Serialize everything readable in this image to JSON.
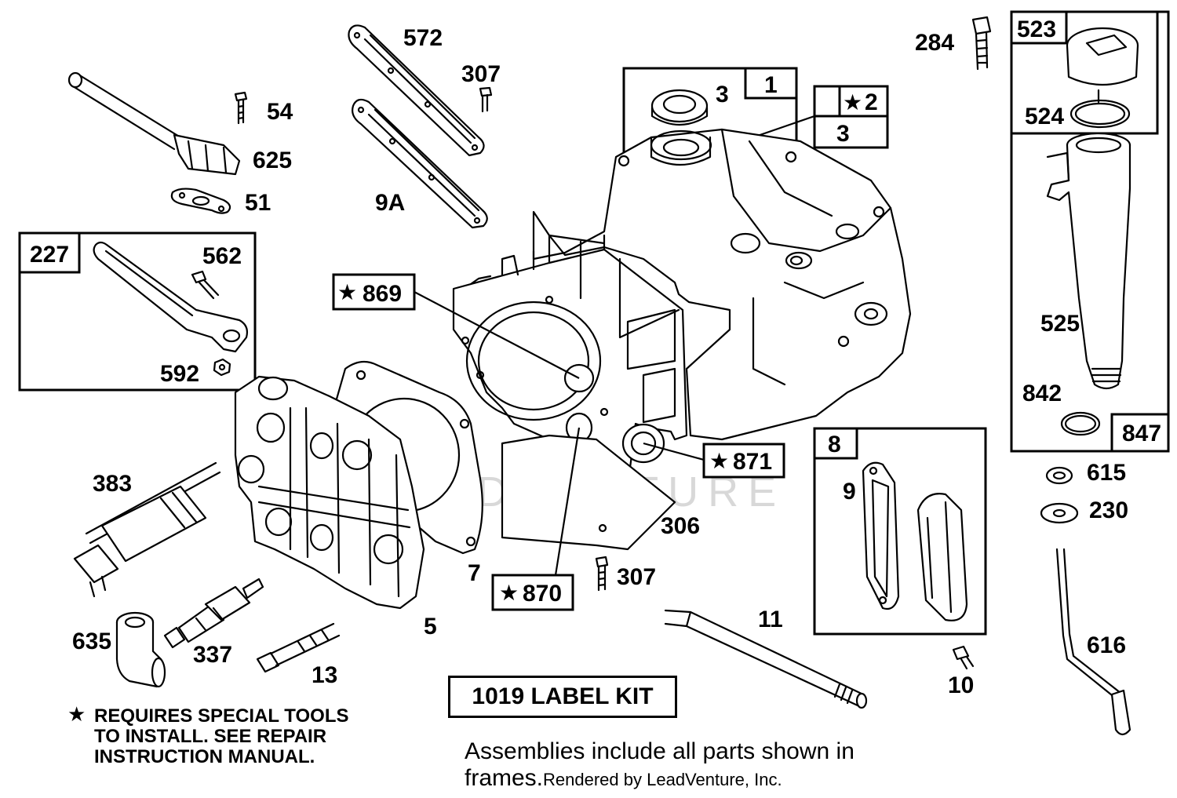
{
  "labels": {
    "p572": "572",
    "p307a": "307",
    "p54": "54",
    "p625": "625",
    "p51": "51",
    "p9a": "9A",
    "p227": "227",
    "p562": "562",
    "p592": "592",
    "p1": "1",
    "p3a": "3",
    "p2": "2",
    "p3b": "3",
    "p284": "284",
    "p523": "523",
    "p524": "524",
    "p525": "525",
    "p842": "842",
    "p847": "847",
    "p869": "869",
    "p871": "871",
    "p870": "870",
    "p383": "383",
    "p7": "7",
    "p5": "5",
    "p306": "306",
    "p307b": "307",
    "p635": "635",
    "p337": "337",
    "p13": "13",
    "p8": "8",
    "p9": "9",
    "p10": "10",
    "p11": "11",
    "p615": "615",
    "p230": "230",
    "p616": "616"
  },
  "star_symbol": "★",
  "watermark": "LEADVENTURE",
  "note": {
    "symbol": "★",
    "text": "REQUIRES SPECIAL TOOLS\nTO INSTALL.  SEE REPAIR\nINSTRUCTION MANUAL."
  },
  "kit_label": "1019 LABEL KIT",
  "assemblies_text": "Assemblies include all parts shown in frames.",
  "rendered_by": "Rendered by LeadVenture, Inc."
}
